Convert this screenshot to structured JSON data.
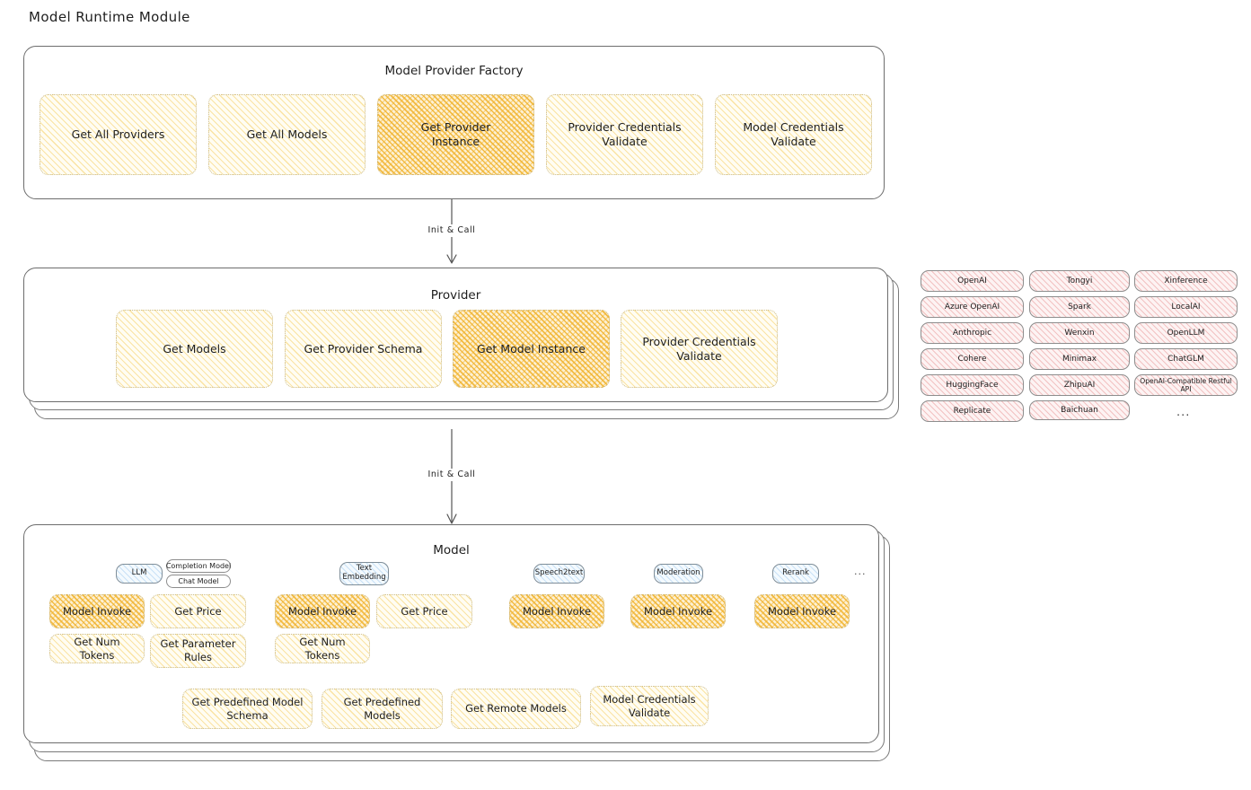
{
  "page": {
    "title": "Model Runtime Module"
  },
  "factory": {
    "title": "Model Provider Factory",
    "nodes": [
      {
        "label": "Get All Providers",
        "highlight": false
      },
      {
        "label": "Get All Models",
        "highlight": false
      },
      {
        "label": "Get Provider\nInstance",
        "highlight": true
      },
      {
        "label": "Provider Credentials\nValidate",
        "highlight": false
      },
      {
        "label": "Model Credentials\nValidate",
        "highlight": false
      }
    ]
  },
  "arrows": {
    "factory_to_provider": "Init & Call",
    "provider_to_model": "Init & Call"
  },
  "provider": {
    "title": "Provider",
    "nodes": [
      {
        "label": "Get Models",
        "highlight": false
      },
      {
        "label": "Get Provider Schema",
        "highlight": false
      },
      {
        "label": "Get Model Instance",
        "highlight": true
      },
      {
        "label": "Provider Credentials\nValidate",
        "highlight": false
      }
    ]
  },
  "provider_list": {
    "columns": [
      [
        "OpenAI",
        "Azure OpenAI",
        "Anthropic",
        "Cohere",
        "HuggingFace",
        "Replicate"
      ],
      [
        "Tongyi",
        "Spark",
        "Wenxin",
        "Minimax",
        "ZhipuAI",
        "Baichuan"
      ],
      [
        "Xinference",
        "LocalAI",
        "OpenLLM",
        "ChatGLM",
        "OpenAI-Compatible Restful API"
      ]
    ],
    "more": "..."
  },
  "model": {
    "title": "Model",
    "more": "...",
    "types": [
      {
        "badge": "LLM",
        "subtypes": [
          "Completion Model",
          "Chat Model"
        ],
        "nodes": [
          {
            "label": "Model Invoke",
            "highlight": true
          },
          {
            "label": "Get Price",
            "highlight": false
          },
          {
            "label": "Get Num Tokens",
            "highlight": false
          },
          {
            "label": "Get Parameter\nRules",
            "highlight": false
          }
        ]
      },
      {
        "badge": "Text\nEmbedding",
        "subtypes": [],
        "nodes": [
          {
            "label": "Model Invoke",
            "highlight": true
          },
          {
            "label": "Get Price",
            "highlight": false
          },
          {
            "label": "Get Num Tokens",
            "highlight": false
          }
        ]
      },
      {
        "badge": "Speech2text",
        "subtypes": [],
        "nodes": [
          {
            "label": "Model Invoke",
            "highlight": true
          }
        ]
      },
      {
        "badge": "Moderation",
        "subtypes": [],
        "nodes": [
          {
            "label": "Model Invoke",
            "highlight": true
          }
        ]
      },
      {
        "badge": "Rerank",
        "subtypes": [],
        "nodes": [
          {
            "label": "Model Invoke",
            "highlight": true
          }
        ]
      }
    ],
    "common_nodes": [
      {
        "label": "Get Predefined Model\nSchema"
      },
      {
        "label": "Get Predefined\nModels"
      },
      {
        "label": "Get Remote Models"
      },
      {
        "label": "Model Credentials\nValidate"
      }
    ]
  },
  "colors": {
    "highlight_fill": "#f0b22c",
    "normal_fill": "#f5ce60",
    "provider_chip": "#e27878",
    "model_badge": "#5aa0e1",
    "stroke": "#6d6d6d",
    "text": "#1e1e1e",
    "background": "#ffffff"
  }
}
